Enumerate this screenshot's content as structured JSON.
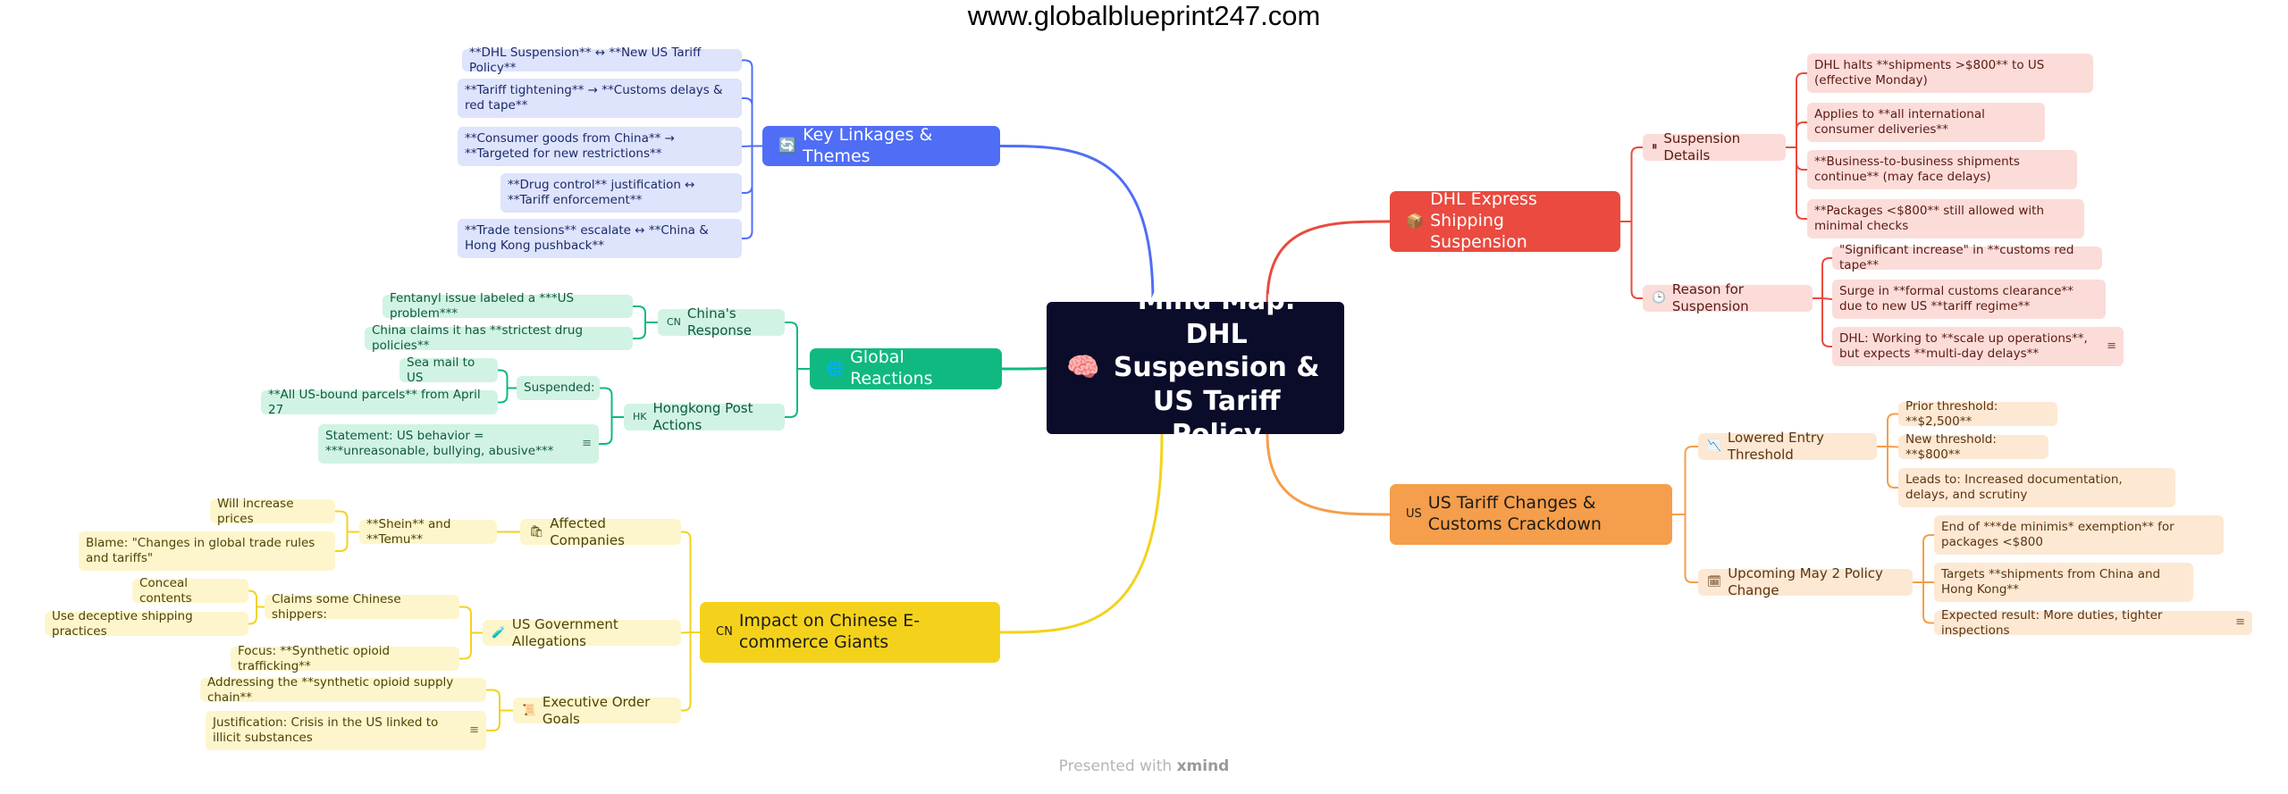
{
  "site": "www.globalblueprint247.com",
  "center": {
    "icon": "🧠",
    "title": "Mind Map: DHL Suspension & US Tariff Policy"
  },
  "branches": {
    "key": {
      "icon": "🔄",
      "title": "Key Linkages & Themes",
      "leaves": [
        "**DHL Suspension** ↔ **New US Tariff Policy**",
        "**Tariff tightening** → **Customs delays & red tape**",
        "**Consumer goods from China** → **Targeted for new restrictions**",
        "**Drug control** justification ↔ **Tariff enforcement**",
        "**Trade tensions** escalate ↔ **China & Hong Kong pushback**"
      ]
    },
    "dhl": {
      "icon": "📦",
      "title": "DHL Express Shipping Suspension",
      "details": {
        "icon": "⏸",
        "title": "Suspension Details",
        "leaves": [
          "DHL halts **shipments >$800** to US (effective Monday)",
          "Applies to **all international consumer deliveries**",
          "**Business-to-business shipments continue** (may face delays)",
          "**Packages <$800** still allowed with minimal checks"
        ]
      },
      "reason": {
        "icon": "🕒",
        "title": "Reason for Suspension",
        "leaves": [
          "\"Significant increase\" in **customs red tape**",
          "Surge in **formal customs clearance** due to new US **tariff regime**",
          "DHL: Working to **scale up operations**, but expects **multi-day delays**"
        ]
      }
    },
    "global": {
      "icon": "🌐",
      "title": "Global Reactions",
      "china": {
        "icon": "CN",
        "title": "China's Response",
        "leaves": [
          "Fentanyl issue labeled a ***US problem***",
          "China claims it has **strictest drug policies**"
        ]
      },
      "hk": {
        "icon": "HK",
        "title": "Hongkong Post Actions",
        "suspended": {
          "title": "Suspended:",
          "leaves": [
            "Sea mail to US",
            "**All US-bound parcels** from April 27"
          ]
        },
        "statement": "Statement: US behavior = ***unreasonable, bullying, abusive***"
      }
    },
    "tariff": {
      "icon": "US",
      "title": "US Tariff Changes & Customs Crackdown",
      "threshold": {
        "icon": "📉",
        "title": "Lowered Entry Threshold",
        "leaves": [
          "Prior threshold: **$2,500**",
          "New threshold: **$800**",
          "Leads to: Increased documentation, delays, and scrutiny"
        ]
      },
      "may2": {
        "icon": "🗓",
        "title": "Upcoming May 2 Policy Change",
        "leaves": [
          "End of ***de minimis* exemption** for packages <$800",
          "Targets **shipments from China and Hong Kong**",
          "Expected result: More duties, tighter inspections"
        ]
      }
    },
    "impact": {
      "icon": "CN",
      "title": "Impact on Chinese E-commerce Giants",
      "affected": {
        "icon": "🛍",
        "title": "Affected Companies",
        "sub": {
          "title": "**Shein** and **Temu**",
          "leaves": [
            "Will increase prices",
            "Blame: \"Changes in global trade rules and tariffs\""
          ]
        }
      },
      "allegations": {
        "icon": "🧪",
        "title": "US Government Allegations",
        "claims": {
          "title": "Claims some Chinese shippers:",
          "leaves": [
            "Conceal contents",
            "Use deceptive shipping practices"
          ]
        },
        "focus": "Focus: **Synthetic opioid trafficking**"
      },
      "eo": {
        "icon": "📜",
        "title": "Executive Order Goals",
        "leaves": [
          "Addressing the **synthetic opioid supply chain**",
          "Justification: Crisis in the US linked to illicit substances"
        ]
      }
    }
  },
  "footer": {
    "prefix": "Presented with",
    "brand": "xmind"
  },
  "colors": {
    "blue": "#4f6ef5",
    "red": "#ea4a3f",
    "green": "#10b981",
    "orange": "#f59e4b",
    "yellow": "#f4d21c",
    "center": "#0b0c2a"
  },
  "note_icon": "≡"
}
